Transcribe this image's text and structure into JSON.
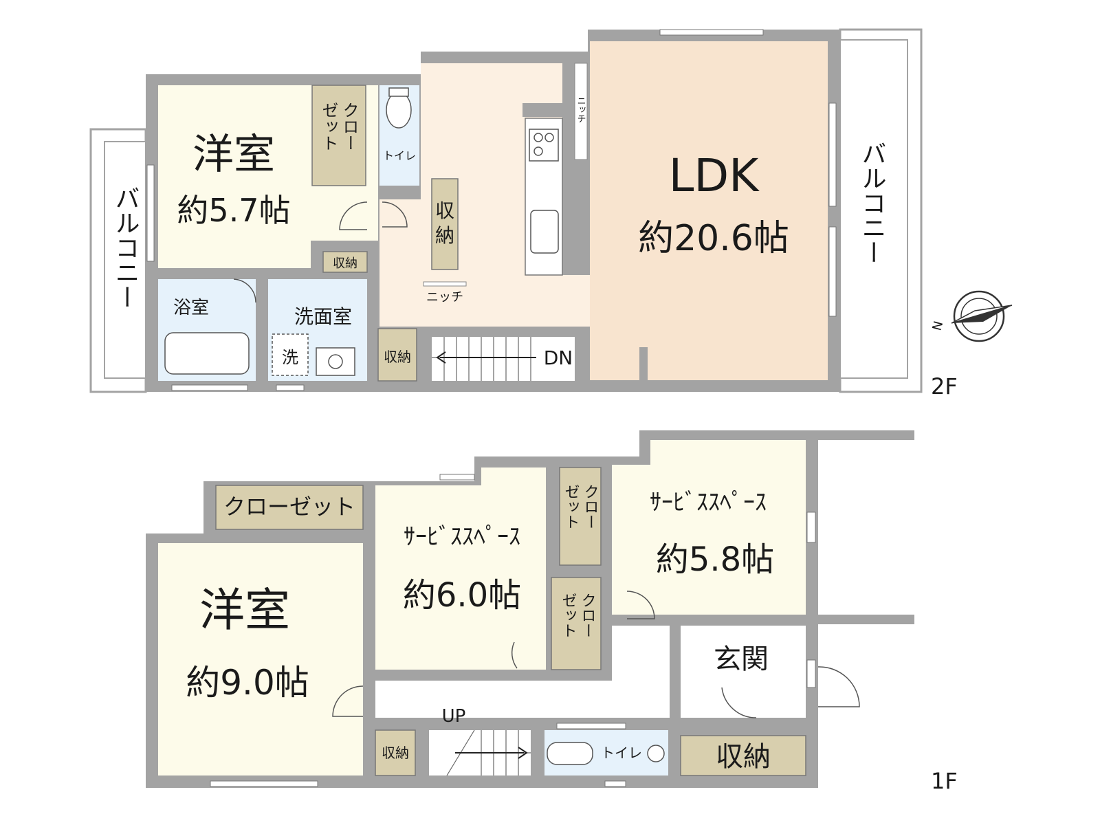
{
  "floor_2f": {
    "label": "2F",
    "ldk": {
      "name": "LDK",
      "size": "約20.6帖"
    },
    "western_room": {
      "name": "洋室",
      "size": "約5.7帖"
    },
    "closet": {
      "line1": "クロー",
      "line2": "ゼット"
    },
    "toilet": "トイレ",
    "storage_kitchen": {
      "line1": "収",
      "line2": "納"
    },
    "storage_small": "収納",
    "storage_stair": "収納",
    "niche_hall": "ニッチ",
    "niche_ldk": "ニッチ",
    "bathroom": "浴室",
    "washroom": "洗面室",
    "washer": "洗",
    "stair_dir": "DN",
    "balcony_left": "バルコニー",
    "balcony_right": "バルコニー"
  },
  "floor_1f": {
    "label": "1F",
    "western_room": {
      "name": "洋室",
      "size": "約9.0帖"
    },
    "closet_top": "クローゼット",
    "service_space_a": {
      "name": "ｻｰﾋﾞｽｽﾍﾟｰｽ",
      "size": "約6.0帖"
    },
    "service_space_b": {
      "name": "ｻｰﾋﾞｽｽﾍﾟｰｽ",
      "size": "約5.8帖"
    },
    "closet_a": {
      "line1": "クロー",
      "line2": "ゼット"
    },
    "closet_b": {
      "line1": "クロー",
      "line2": "ゼット"
    },
    "entrance": "玄関",
    "storage_stair": "収納",
    "storage_large": "収納",
    "toilet": "トイレ",
    "stair_dir": "UP"
  },
  "compass": {
    "north_label": "N"
  },
  "colors": {
    "wall": "#a3a3a3",
    "room_cream": "#fdfbea",
    "ldk_peach": "#f8e4cf",
    "hall_peach": "#fcf0e2",
    "storage_tan": "#d8cfae",
    "wet_blue": "#e6f2fb"
  }
}
